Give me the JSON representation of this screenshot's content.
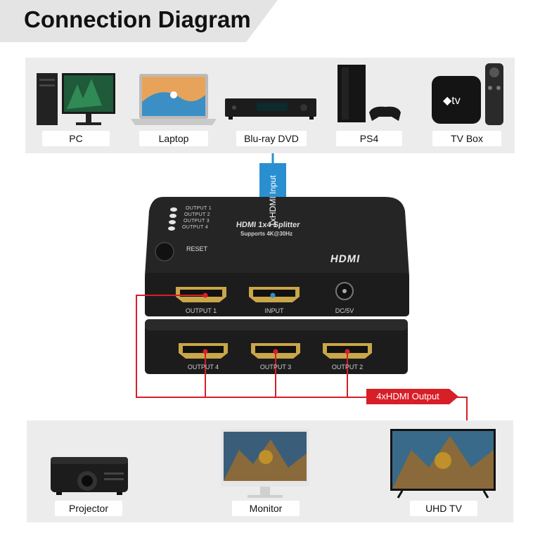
{
  "title": "Connection Diagram",
  "colors": {
    "accent_red": "#d81e27",
    "accent_blue": "#2a8fd0",
    "panel_gray": "#ececec",
    "device_black": "#1c1c1c"
  },
  "sources": [
    {
      "label": "PC",
      "icon": "pc-monitor-icon"
    },
    {
      "label": "Laptop",
      "icon": "laptop-icon"
    },
    {
      "label": "Blu-ray DVD",
      "icon": "bluray-player-icon"
    },
    {
      "label": "PS4",
      "icon": "ps4-console-icon"
    },
    {
      "label": "TV Box",
      "icon": "tv-box-icon"
    }
  ],
  "input_label": "1xHDMI Input",
  "splitter": {
    "title": "HDMI 1x4 Splitter",
    "subtitle": "Supports 4K@30Hz",
    "leds": [
      "OUTPUT 1",
      "OUTPUT 2",
      "OUTPUT 3",
      "OUTPUT 4"
    ],
    "reset_label": "RESET",
    "logo": "HDMI",
    "ports_top": [
      "OUTPUT 1",
      "INPUT",
      "DC/5V"
    ],
    "ports_bottom": [
      "OUTPUT 4",
      "OUTPUT 3",
      "OUTPUT 2"
    ]
  },
  "output_label": "4xHDMI Output",
  "displays": [
    {
      "label": "Projector",
      "icon": "projector-icon"
    },
    {
      "label": "Monitor",
      "icon": "monitor-icon"
    },
    {
      "label": "UHD TV",
      "icon": "uhd-tv-icon"
    }
  ]
}
